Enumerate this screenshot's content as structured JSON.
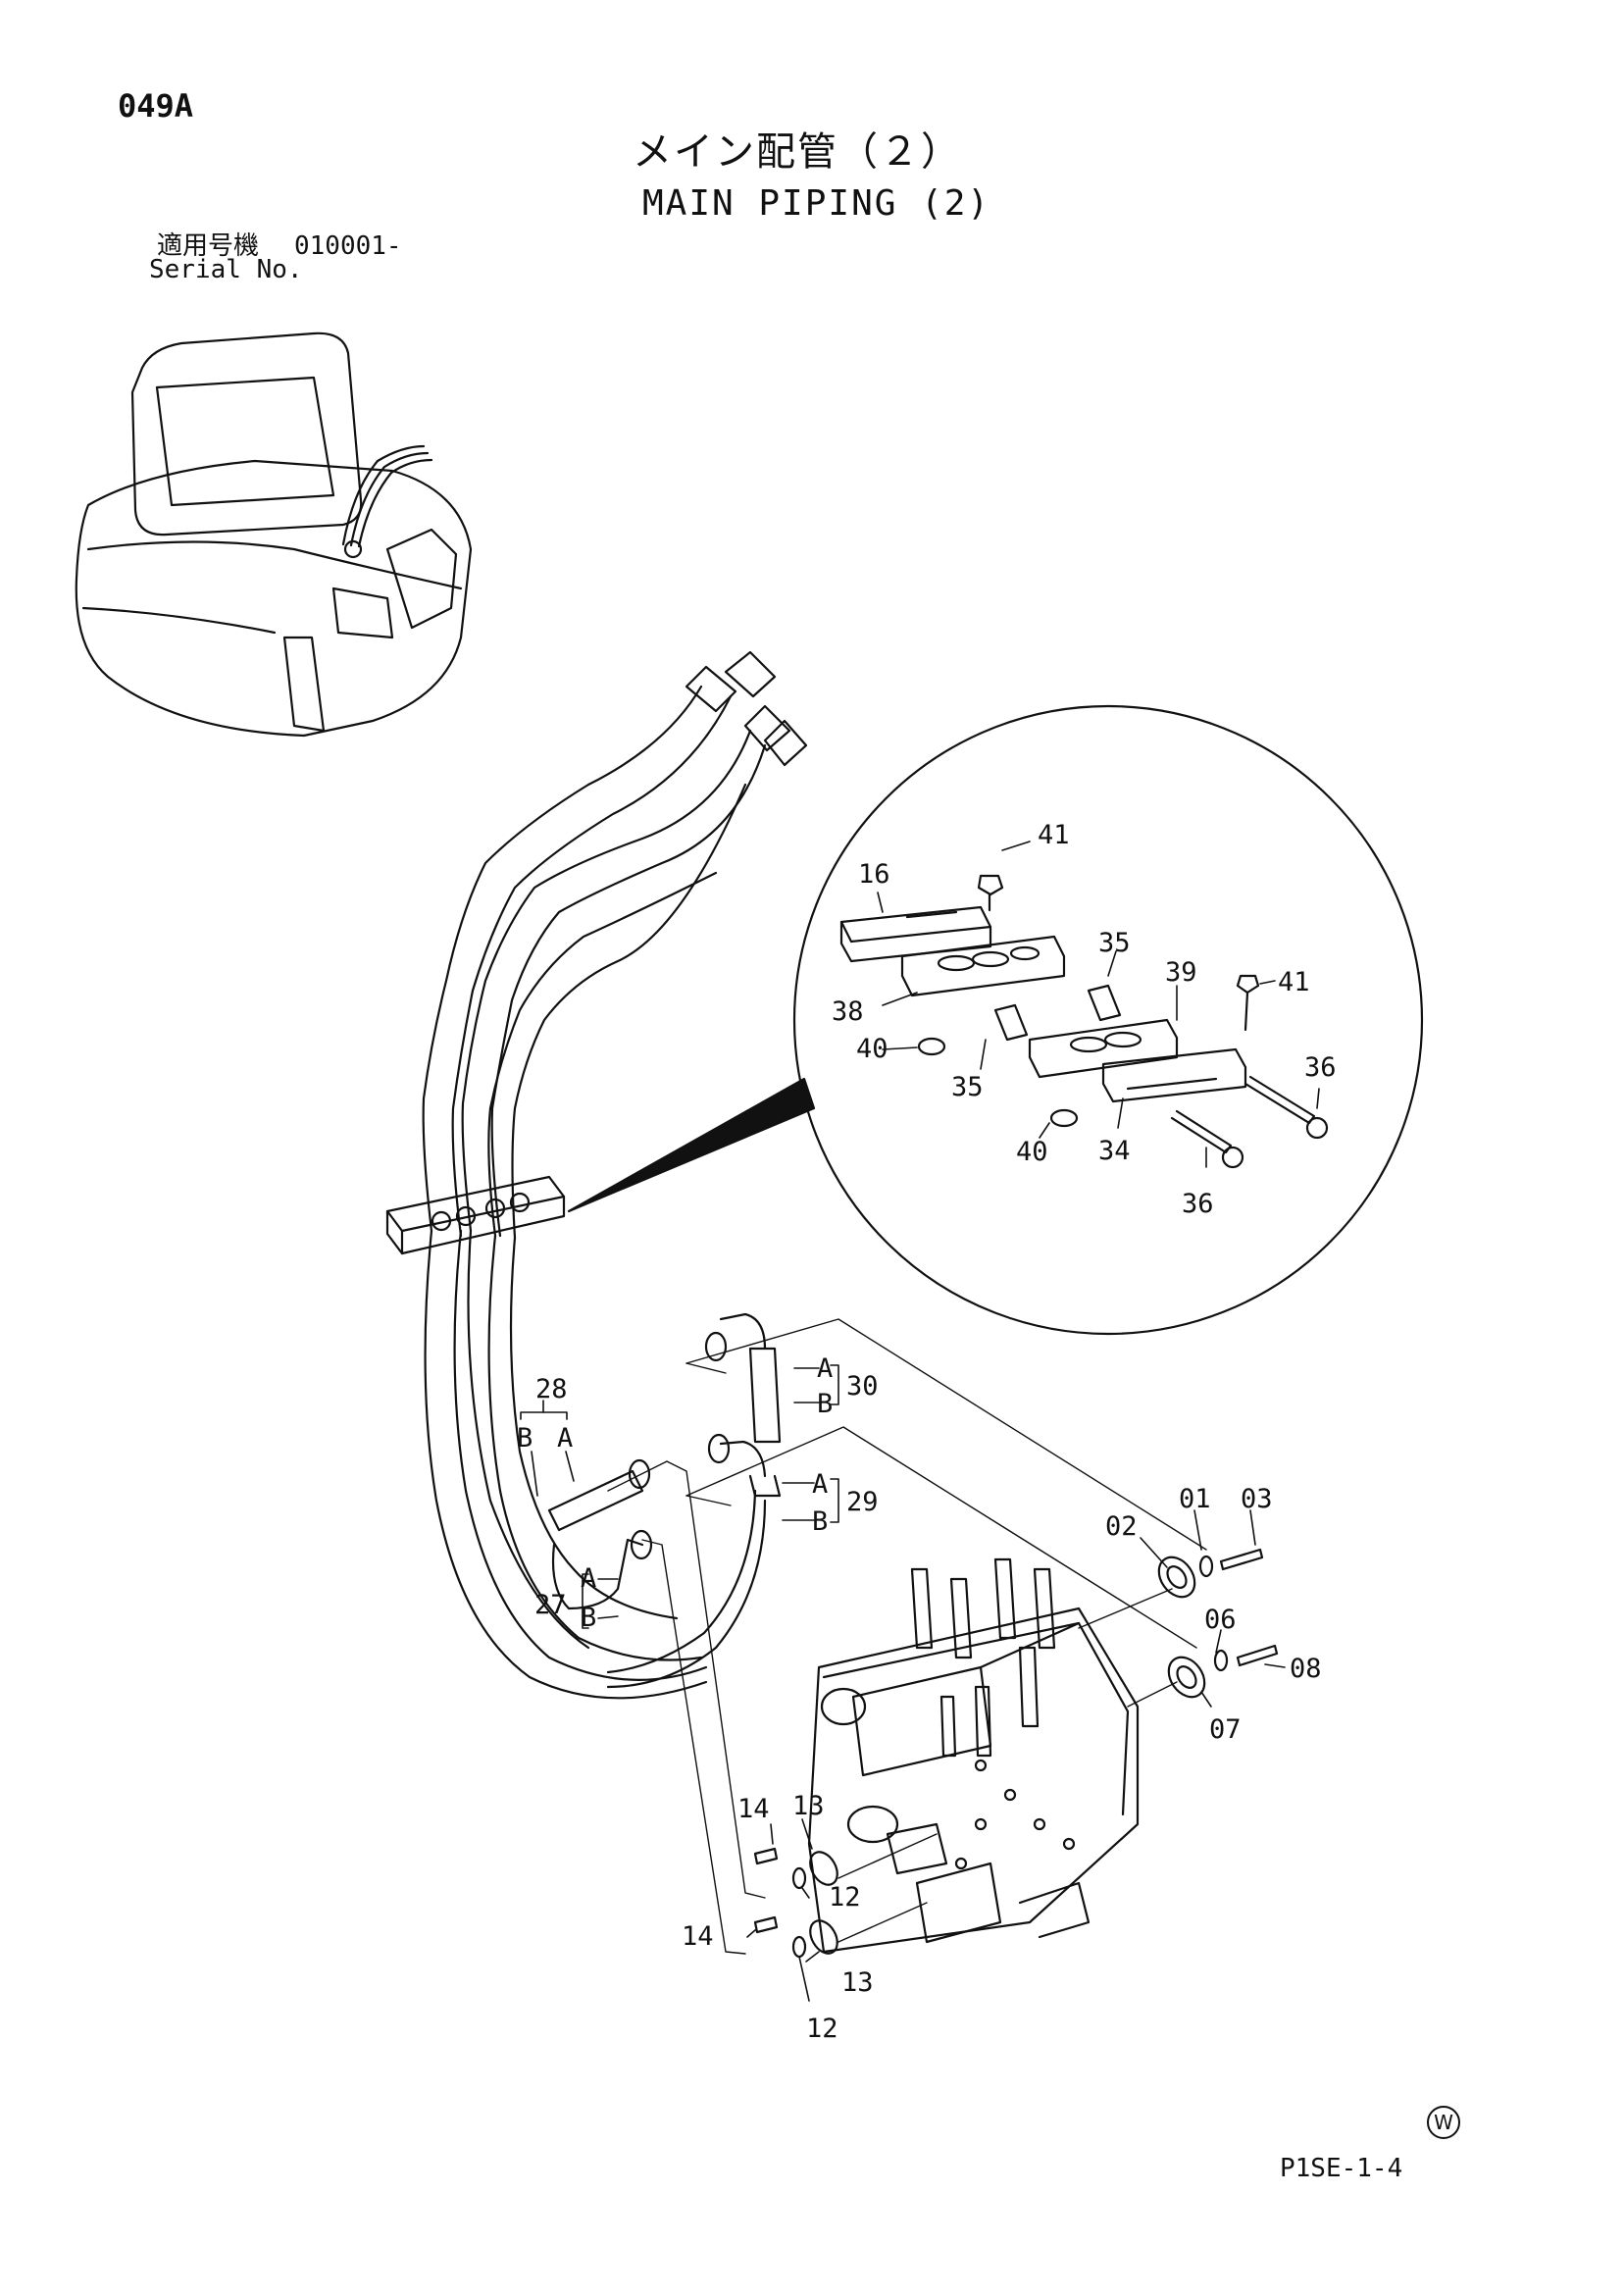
{
  "header": {
    "page_number": "049A",
    "title_jp": "メイン配管（２）",
    "title_en": "MAIN PIPING (2)",
    "serial_label_jp": "適用号機",
    "serial_value": "010001-",
    "serial_label_en": "Serial No."
  },
  "footer": {
    "doc_code": "P1SE-1-4",
    "mark": "W"
  },
  "callouts": {
    "c41a": "41",
    "c16": "16",
    "c35a": "35",
    "c39": "39",
    "c41b": "41",
    "c38": "38",
    "c36a": "36",
    "c40a": "40",
    "c35b": "35",
    "c40b": "40",
    "c34": "34",
    "c36b": "36",
    "c28": "28",
    "c28b": "B",
    "c28a": "A",
    "c30": "30",
    "c30a": "A",
    "c30b": "B",
    "c29": "29",
    "c29a": "A",
    "c29b": "B",
    "c27": "27",
    "c27a": "A",
    "c27b": "B",
    "c01": "01",
    "c03": "03",
    "c02": "02",
    "c06": "06",
    "c08": "08",
    "c07": "07",
    "c14a": "14",
    "c13a": "13",
    "c12a": "12",
    "c14b": "14",
    "c13b": "13",
    "c12b": "12"
  }
}
